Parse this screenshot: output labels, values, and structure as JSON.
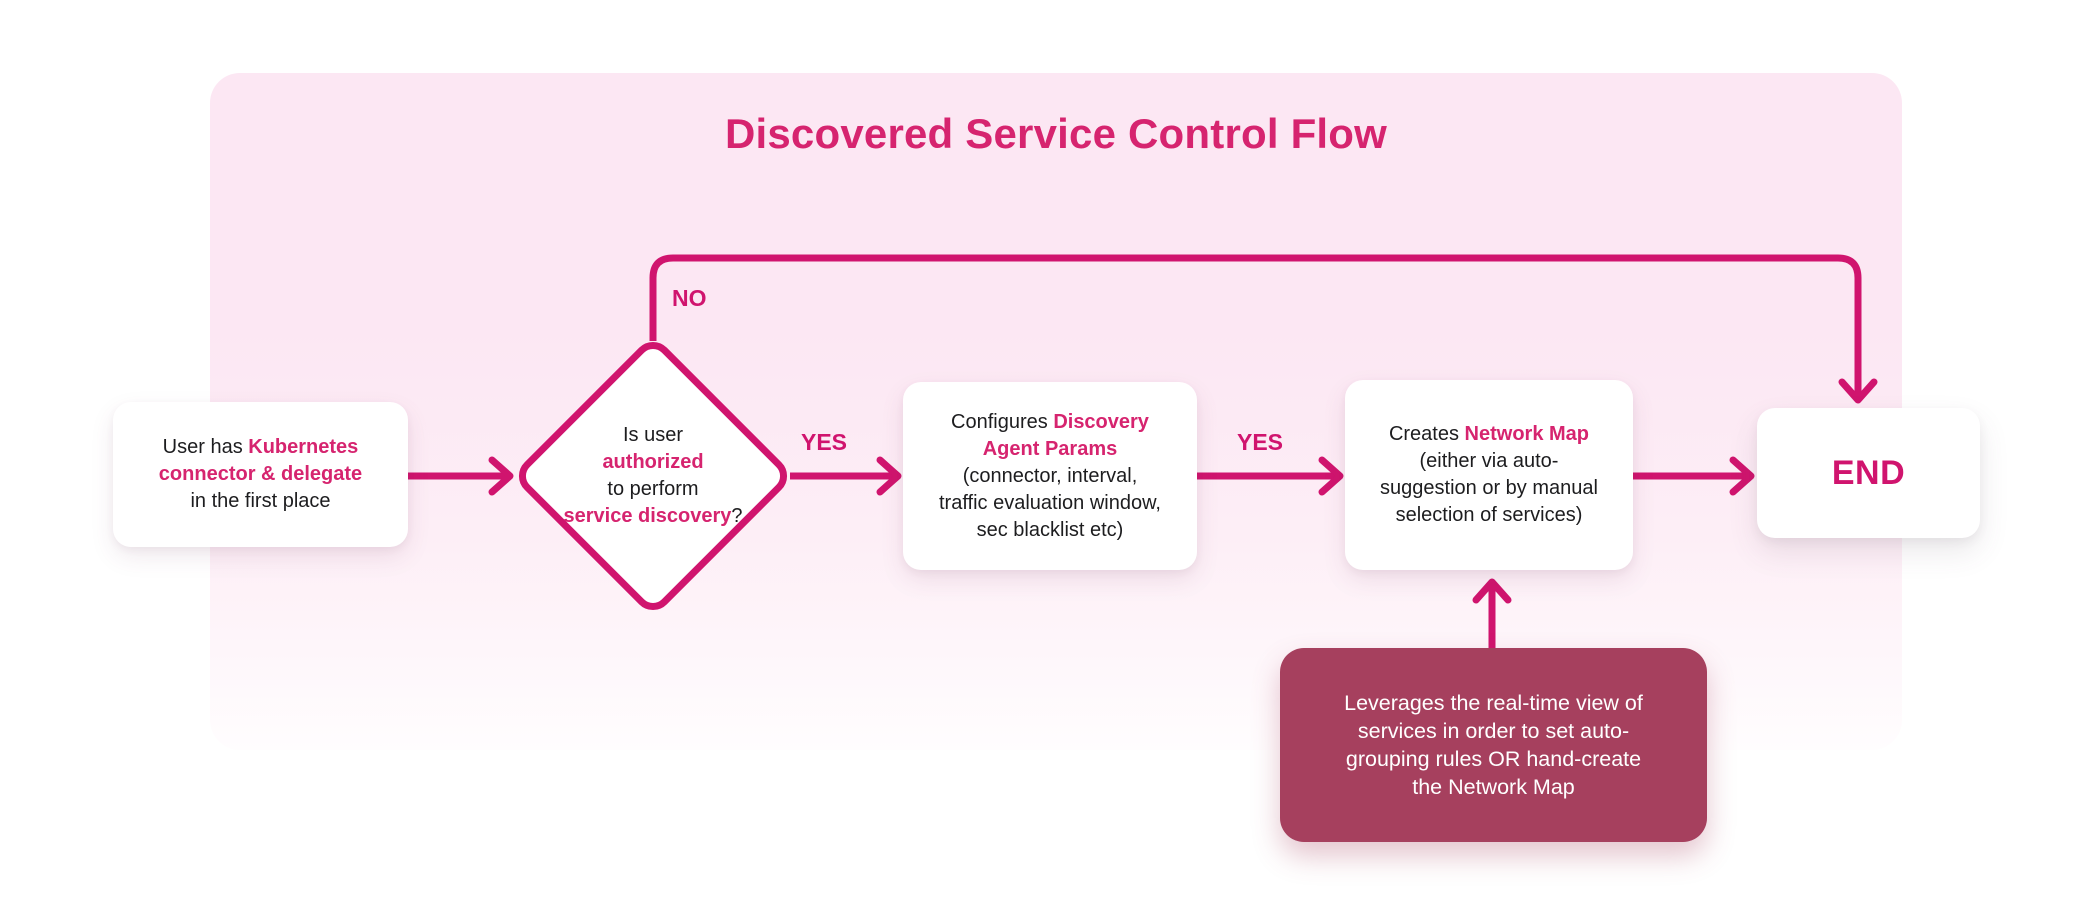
{
  "title": "Discovered Service Control Flow",
  "colors": {
    "accent": "#d0146e",
    "accent_soft": "#d6246f",
    "maroon": "#a6405e",
    "panel_top": "#fce7f3",
    "panel_bottom": "#fffdfe",
    "text_dark": "#1d1d1f",
    "node_bg": "#ffffff"
  },
  "nodes": {
    "start": {
      "l1a": "User has ",
      "l1b": "Kubernetes",
      "l2": "connector & delegate",
      "l3": "in the first place"
    },
    "decision": {
      "l1": "Is user",
      "l2": "authorized",
      "l3": "to perform",
      "l4a": "service discovery",
      "l4b": "?"
    },
    "configure": {
      "l1a": "Configures ",
      "l1b": "Discovery",
      "l2": "Agent Params",
      "l3": "(connector, interval,",
      "l4": "traffic evaluation window,",
      "l5": "sec blacklist etc)"
    },
    "create_map": {
      "l1a": "Creates ",
      "l1b": "Network Map",
      "l2": "(either via auto-",
      "l3": "suggestion or by manual",
      "l4": "selection of services)"
    },
    "end_node": {
      "label": "END"
    },
    "note": {
      "l1": "Leverages the real-time view of",
      "l2": "services in order to set auto-",
      "l3": "grouping rules OR hand-create",
      "l4": "the Network Map"
    }
  },
  "edge_labels": {
    "no": "NO",
    "yes_1": "YES",
    "yes_2": "YES"
  }
}
